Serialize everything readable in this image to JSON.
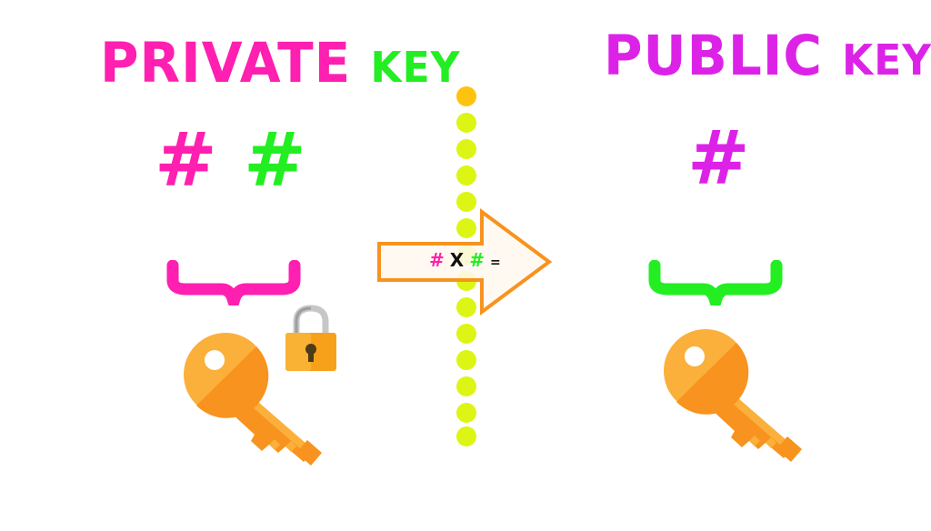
{
  "private": {
    "title_word1": "Private",
    "title_word2": "key",
    "hash1": "#",
    "hash2": "#",
    "color_word1": "#ff1fb0",
    "color_word2": "#22ee22"
  },
  "public": {
    "title_word1": "Public",
    "title_word2": "key",
    "hash": "#",
    "color": "#dd22e8"
  },
  "arrow": {
    "hash1": "#",
    "times": "X",
    "hash2": "#",
    "equals": "="
  },
  "colors": {
    "pink": "#ff1fb0",
    "green": "#22ee22",
    "purple": "#dd22e8",
    "dots_yellow": "#ddf514",
    "dot_top": "#ffc20e",
    "key_orange": "#f9a825",
    "lock_orange": "#f7a11a",
    "arrow_border": "#f7931e"
  },
  "icons": [
    "padlock-icon",
    "key-icon",
    "arrow-icon",
    "brace-icon"
  ]
}
